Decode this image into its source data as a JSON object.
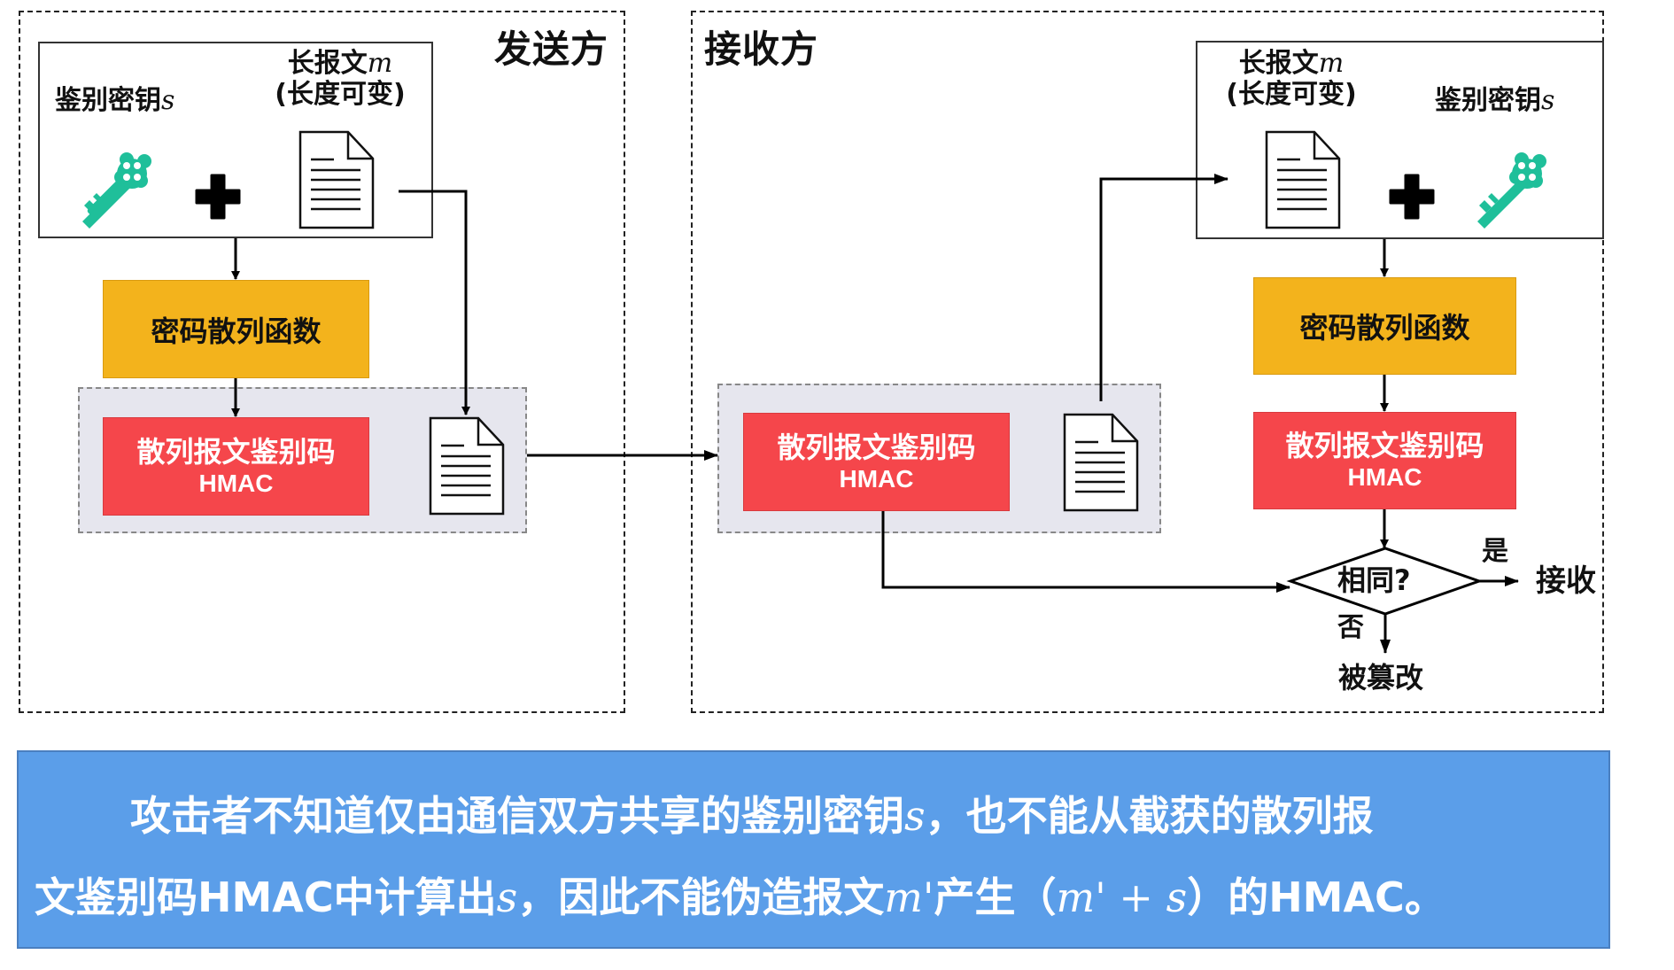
{
  "sender": {
    "title": "发送方",
    "key_label": "鉴别密钥",
    "key_var": "s",
    "msg_label_line1": "长报文",
    "msg_var": "m",
    "msg_label_line2": "(长度可变)",
    "hash_function": "密码散列函数",
    "hmac_line1": "散列报文鉴别码",
    "hmac_line2": "HMAC"
  },
  "receiver": {
    "title": "接收方",
    "key_label": "鉴别密钥",
    "key_var": "s",
    "msg_label_line1": "长报文",
    "msg_var": "m",
    "msg_label_line2": "(长度可变)",
    "hash_function": "密码散列函数",
    "received_hmac_line1": "散列报文鉴别码",
    "received_hmac_line2": "HMAC",
    "computed_hmac_line1": "散列报文鉴别码",
    "computed_hmac_line2": "HMAC",
    "decision": "相同?",
    "yes_label": "是",
    "yes_result": "接收",
    "no_label": "否",
    "no_result": "被篡改"
  },
  "icons": {
    "key": "key-icon",
    "plus": "plus-icon",
    "document": "document-icon"
  },
  "colors": {
    "key": "#1fbf9a",
    "hash_box": "#f3b31c",
    "hmac_box": "#f5464b",
    "group_bg": "#e6e6ee",
    "note_bg": "#5b9ee9"
  },
  "note": {
    "line1_a": "攻击者不知道仅由通信双方共享的鉴别密钥",
    "line1_var": "s",
    "line1_b": "，也不能从截获的散列报",
    "line2_a": "文鉴别码HMAC中计算出",
    "line2_var": "s",
    "line2_b": "，因此不能伪造报文",
    "line2_var2": "m'",
    "line2_c": "产生（",
    "line2_expr": "m' + s",
    "line2_d": "）的HMAC。"
  }
}
